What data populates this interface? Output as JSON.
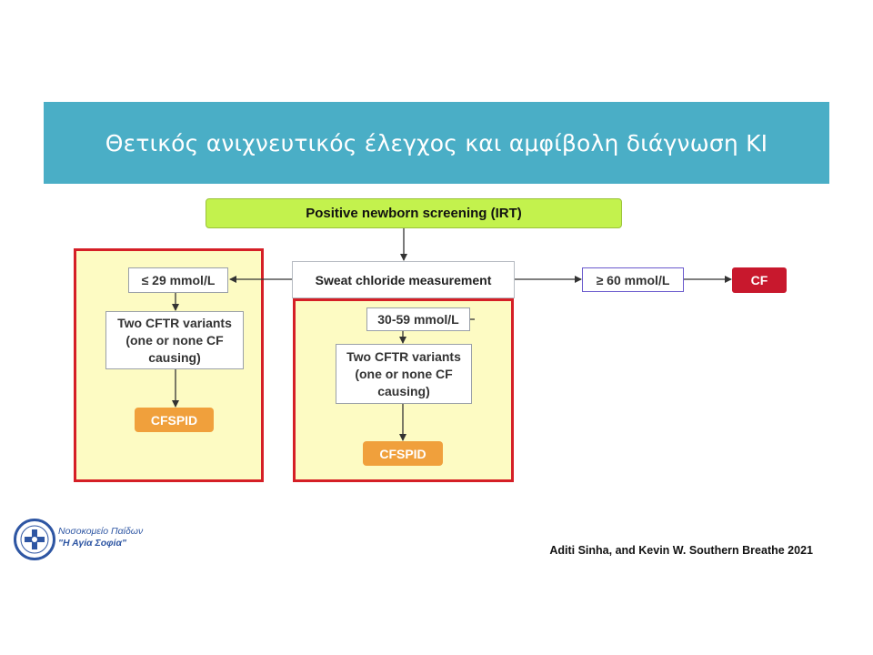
{
  "title": "Θετικός ανιχνευτικός έλεγχος και αμφίβολη διάγνωση ΚΙ",
  "flow": {
    "screening": "Positive newborn screening (IRT)",
    "sweat": "Sweat chloride measurement",
    "low": "≤ 29 mmol/L",
    "mid": "30-59 mmol/L",
    "high": "≥ 60 mmol/L",
    "cf": "CF",
    "variants_left": [
      "Two CFTR variants",
      "(one or none CF",
      "causing)"
    ],
    "variants_mid": [
      "Two CFTR variants",
      "(one or none CF",
      "causing)"
    ],
    "cfspid_left": "CFSPID",
    "cfspid_mid": "CFSPID"
  },
  "logo": {
    "line1": "Νοσοκομείο Παίδων",
    "line2": "\"Η Αγία Σοφία\""
  },
  "citation": "Aditi Sinha, and Kevin W. Southern Breathe 2021",
  "colors": {
    "banner": "#4aaec6",
    "screening": "#c3f24d",
    "panel": "#fdfbc3",
    "panel_border": "#d51f26",
    "cfspid": "#f0a03c",
    "cf": "#c8182d",
    "logo_blue": "#2e56a3"
  }
}
